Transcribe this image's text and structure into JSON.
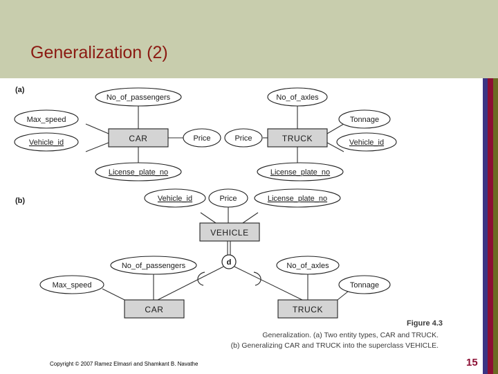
{
  "slide": {
    "title": "Generalization (2)",
    "title_color": "#8b1a12",
    "header_bg": "#c8cdad",
    "page_number": "15",
    "copyright": "Copyright © 2007 Ramez Elmasri and Shamkant B. Navathe"
  },
  "stripes": {
    "blue": "#3b3484",
    "maroon": "#8c0f34",
    "olive": "#6b6b23"
  },
  "figure": {
    "number": "Figure 4.3",
    "caption_line1": "Generalization. (a) Two entity types, CAR and TRUCK.",
    "caption_line2": "(b) Generalizing CAR and TRUCK into the superclass VEHICLE."
  },
  "part_a": {
    "label": "(a)",
    "entities": [
      {
        "name": "CAR",
        "attributes": [
          {
            "name": "No_of_passengers",
            "key": false
          },
          {
            "name": "Max_speed",
            "key": false
          },
          {
            "name": "Vehicle_id",
            "key": true
          },
          {
            "name": "License_plate_no",
            "key": true
          },
          {
            "name": "Price",
            "key": false
          }
        ]
      },
      {
        "name": "TRUCK",
        "attributes": [
          {
            "name": "No_of_axles",
            "key": false
          },
          {
            "name": "Tonnage",
            "key": false
          },
          {
            "name": "Vehicle_id",
            "key": true
          },
          {
            "name": "License_plate_no",
            "key": true
          },
          {
            "name": "Price",
            "key": false
          }
        ]
      }
    ]
  },
  "part_b": {
    "label": "(b)",
    "superclass": {
      "name": "VEHICLE",
      "attributes": [
        {
          "name": "Vehicle_id",
          "key": true
        },
        {
          "name": "Price",
          "key": false
        },
        {
          "name": "License_plate_no",
          "key": true
        }
      ]
    },
    "specialization_symbol": "d",
    "subclasses": [
      {
        "name": "CAR",
        "attributes": [
          {
            "name": "No_of_passengers",
            "key": false
          },
          {
            "name": "Max_speed",
            "key": false
          }
        ]
      },
      {
        "name": "TRUCK",
        "attributes": [
          {
            "name": "No_of_axles",
            "key": false
          },
          {
            "name": "Tonnage",
            "key": false
          }
        ]
      }
    ]
  }
}
